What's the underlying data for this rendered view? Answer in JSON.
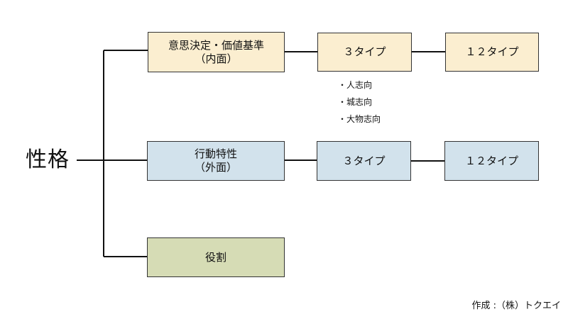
{
  "root": {
    "label": "性格"
  },
  "branches": [
    {
      "main": {
        "line1": "意思決定・価値基準",
        "line2": "（内面）"
      },
      "mid": "３タイプ",
      "end": "１２タイプ",
      "notes": [
        "人志向",
        "城志向",
        "大物志向"
      ]
    },
    {
      "main": {
        "line1": "行動特性",
        "line2": "（外面）"
      },
      "mid": "３タイプ",
      "end": "１２タイプ"
    },
    {
      "main": {
        "line1": "役割"
      }
    }
  ],
  "credit": "作成 :（株）トクエイ",
  "colors": {
    "inner": "#fbeed0",
    "outer": "#d2e2ec",
    "role": "#d6dcb5",
    "line": "#111111"
  }
}
